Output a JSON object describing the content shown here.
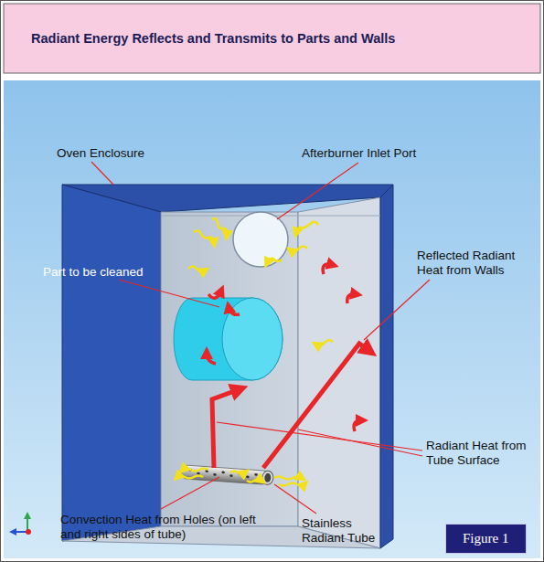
{
  "diagram": {
    "title": "Radiant Energy Reflects and Transmits to Parts and Walls",
    "nodes": [
      {
        "text": [
          "Figure 1"
        ]
      }
    ],
    "labels": [
      "Oven Enclosure",
      "Afterburner Inlet Port",
      "Part to be cleaned",
      "Reflected Radiant Heat from Walls",
      "Radiant Heat from Tube Surface",
      "Convection Heat from Holes (on left and right sides of tube)",
      "Stainless Radiant Tube"
    ]
  }
}
